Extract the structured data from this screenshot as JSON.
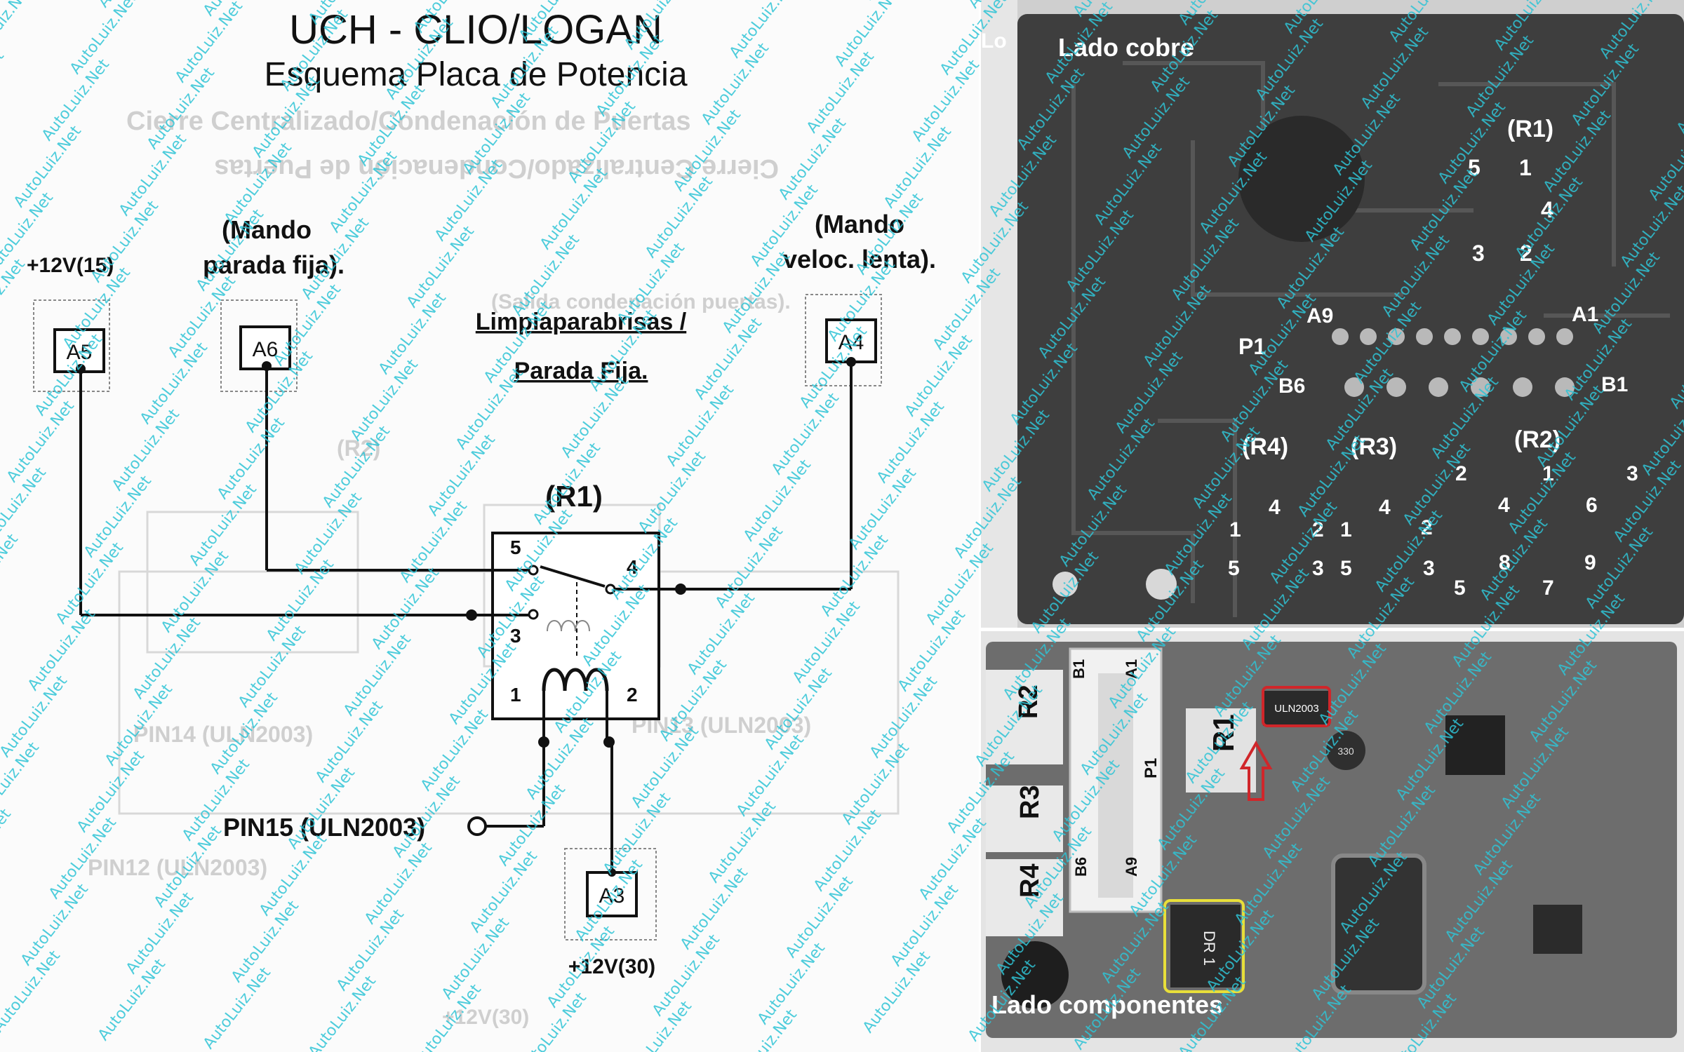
{
  "schematic": {
    "title": "UCH  - CLIO/LOGAN",
    "subtitle": "Esquema Placa de Potencia",
    "section_label_line1": "Limpiaparabrisas /",
    "section_label_line2": "Parada Fija.",
    "relay_label": "(R1)",
    "inputs": {
      "a5": {
        "pin": "A5",
        "label": "+12V(15)"
      },
      "a6": {
        "pin": "A6",
        "label_line1": "(Mando",
        "label_line2": "parada fija)."
      },
      "a4": {
        "pin": "A4",
        "label_line1": "(Mando",
        "label_line2": "veloc. lenta)."
      },
      "a3": {
        "pin": "A3",
        "label": "+12V(30)"
      },
      "pin15": {
        "label": "PIN15 (ULN2003)"
      }
    },
    "relay_pins": {
      "p5": "5",
      "p4": "4",
      "p3": "3",
      "p1": "1",
      "p2": "2"
    },
    "ghost_text": {
      "line1": "Cierre Centralizado/Condenación de Puertas",
      "line2": "Cierre Centralizado/Condenación de Puertas",
      "a": "PIN14 (ULN2003)",
      "b": "PIN13 (ULN2003)",
      "c": "PIN12 (ULN2003)",
      "d": "(R2)",
      "e": "(Salida condenación puertas).",
      "f": "+12V(30)"
    }
  },
  "photo_copper": {
    "title": "Lado cobre",
    "partial_left": "Lo",
    "relay_labels": [
      "(R1)",
      "(R4)",
      "(R3)",
      "(R2)"
    ],
    "connector_labels": {
      "a9": "A9",
      "a1": "A1",
      "b6": "B6",
      "b1": "B1",
      "p1": "P1"
    },
    "r1_pins": [
      "5",
      "1",
      "4",
      "3",
      "2"
    ],
    "r4_pins": [
      "4",
      "1",
      "5"
    ],
    "r3_pins": [
      "2",
      "1",
      "4",
      "3",
      "5",
      "2",
      "3"
    ],
    "r2_pins": [
      "2",
      "1",
      "3",
      "4",
      "6",
      "8",
      "9",
      "5",
      "7"
    ]
  },
  "photo_components": {
    "title": "Lado componentes",
    "relay_labels": [
      "R2",
      "R1",
      "R3",
      "R4"
    ],
    "connector_labels": {
      "a1": "A1",
      "b1": "B1",
      "p1": "P1",
      "b6": "B6",
      "a9": "A9"
    },
    "chip_label": "ULN2003",
    "driver_label": "DR 1",
    "cap_label": "330"
  },
  "watermark": "AutoLuiz.Net",
  "colors": {
    "watermark": "#2fc4d6",
    "highlight_red": "#d0262a",
    "highlight_yellow": "#e8df3a",
    "pcb_dark": "#3a3a3a",
    "pcb_components": "#6b6b6b"
  }
}
